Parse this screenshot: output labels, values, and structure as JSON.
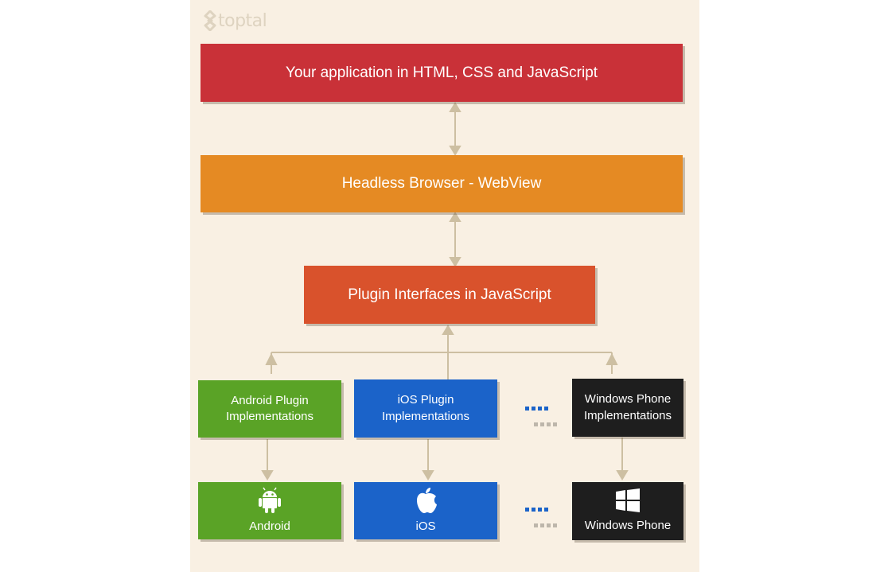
{
  "brand": {
    "logo_text": "toptal"
  },
  "layers": {
    "app": "Your application in HTML, CSS and JavaScript",
    "browser": "Headless Browser - WebView",
    "plugin_interfaces": "Plugin Interfaces in JavaScript"
  },
  "implementations": {
    "android": "Android Plugin\nImplementations",
    "ios": "iOS Plugin\nImplementations",
    "windows": "Windows Phone\nImplementations"
  },
  "platforms": {
    "android": {
      "label": "Android",
      "icon": "android-icon"
    },
    "ios": {
      "label": "iOS",
      "icon": "apple-icon"
    },
    "windows": {
      "label": "Windows Phone",
      "icon": "windows-icon"
    }
  },
  "colors": {
    "app": "#c93138",
    "browser": "#e58a23",
    "plugin_interfaces": "#d9522c",
    "android": "#5aa326",
    "ios": "#1b63c9",
    "windows": "#1e1e1e",
    "connector": "#cdbfa2",
    "background": "#f9f0e3"
  }
}
